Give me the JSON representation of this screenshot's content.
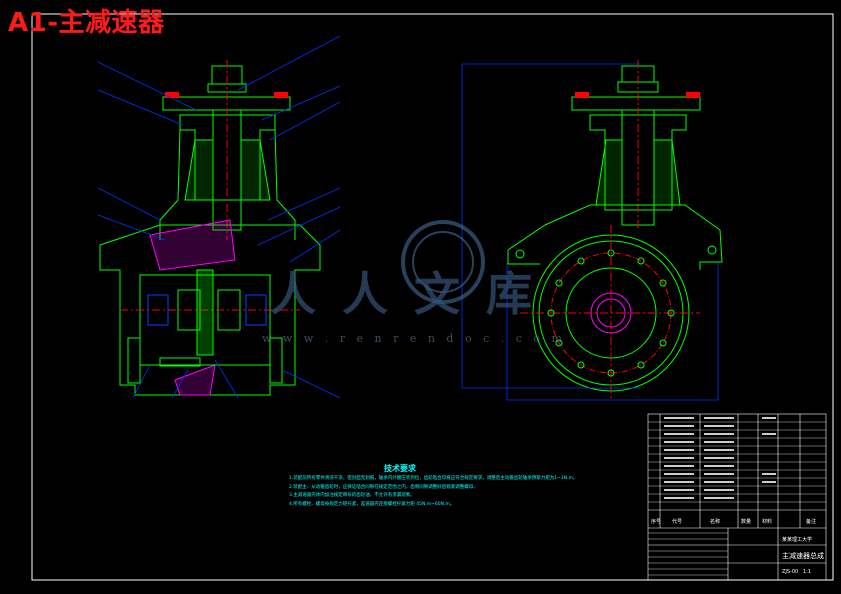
{
  "title": "A1-主减速器",
  "watermark": {
    "chars": "人人文库",
    "url": "w w w . r e n r e n d o c . c o m"
  },
  "technical_requirements": {
    "heading": "技术要求",
    "items": [
      "1.装配前所有零件清洗干净，密封面无划痕，轴承内外圈压装到位，齿轮啮合印痕应符合规定要求，调整后主动锥齿轮轴承预紧力矩为1~3N.m。",
      "2.装配主、从动锥齿轮时，应保证啮合间隙在规定范围之内，齿侧间隙调整好后锁紧调整螺母。",
      "3.主减速器壳体内加注规定牌号的齿轮油，不允许有渗漏现象。",
      "4.所有螺栓、螺母按规定力矩拧紧，差速器壳连接螺栓拧紧力矩 45N.m~60N.m。"
    ]
  },
  "title_block": {
    "drawing_name": "主减速器总成",
    "header_cols": [
      "序号",
      "代号",
      "名称",
      "数量",
      "材料",
      "备注"
    ],
    "school": "某某理工大学",
    "number": "ZJS-00",
    "scale": "1:1"
  }
}
